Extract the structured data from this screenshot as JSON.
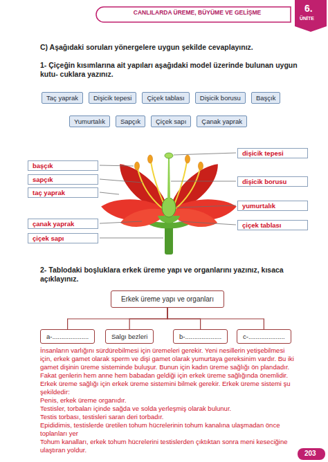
{
  "diagram": {
    "title": "CANLILARDA ÜREME, BÜYÜME VE GELİŞME",
    "nodes": [
      {
        "text": [
          "Taç yaprak"
        ]
      },
      {
        "text": [
          "Dişicik tepesi"
        ]
      },
      {
        "text": [
          "Çiçek tablası"
        ]
      },
      {
        "text": [
          "Dişicik borusu"
        ]
      },
      {
        "text": [
          "Başçık"
        ]
      },
      {
        "text": [
          "Yumurtalık"
        ]
      },
      {
        "text": [
          "Sapçık"
        ]
      },
      {
        "text": [
          "Çiçek sapı"
        ]
      },
      {
        "text": [
          "Çanak yaprak"
        ]
      },
      {
        "text": [
          "başçık"
        ]
      },
      {
        "text": [
          "sapçık"
        ]
      },
      {
        "text": [
          "taç yaprak"
        ]
      },
      {
        "text": [
          "çanak yaprak"
        ]
      },
      {
        "text": [
          "çiçek sapı"
        ]
      },
      {
        "text": [
          "dişicik tepesi"
        ]
      },
      {
        "text": [
          "dişicik borusu"
        ]
      },
      {
        "text": [
          "yumurtalık"
        ]
      },
      {
        "text": [
          "çiçek tablası"
        ]
      },
      {
        "text": [
          "Erkek üreme yapı ve organları"
        ]
      },
      {
        "text": [
          "a-...................."
        ]
      },
      {
        "text": [
          "Salgı bezleri"
        ]
      },
      {
        "text": [
          "b-...................."
        ]
      },
      {
        "text": [
          "c-...................."
        ]
      }
    ],
    "edges": [
      {
        "from": 18,
        "to": 19,
        "arrow": "none"
      },
      {
        "from": 18,
        "to": 20,
        "arrow": "none"
      },
      {
        "from": 18,
        "to": 21,
        "arrow": "none"
      },
      {
        "from": 18,
        "to": 22,
        "arrow": "none"
      }
    ],
    "labels": [
      "6.",
      "ÜNİTE",
      "C) Aşağıdaki soruları yönergelere uygun şekilde cevaplayınız.",
      "1- Çiçeğin kısımlarına ait yapıları aşağıdaki model üzerinde bulunan uygun kutu- cuklara yazınız.",
      "2- Tablodaki boşluklara erkek üreme yapı ve organlarını yazınız, kısaca açıklayınız.",
      "İnsanların varlığını sürdürebilmesi için üremeleri gerekir. Yeni nesillerin yetişebilmesi için, erkek gamet olarak sperm ve dişi gamet olarak yumurtaya gereksinim vardır. Bu iki gamet dişinin üreme sisteminde buluşur. Bunun için kadın üreme sağlığı ön plandadır. Fakat genlerin hem anne hem babadan geldiği için erkek üreme sağlığında önemlidir. Erkek üreme sağlığı için erkek üreme sistemini bilmek gerekir. Erkek üreme sistemi şu şekildedir:",
      "Penis, erkek üreme organıdır.",
      "Testisler, torbaları içinde sağda ve solda yerleşmiş olarak bulunur.",
      "Testis torbası, testisleri saran deri torbadır.",
      "Epididimis, testislerde üretilen tohum hücrelerinin tohum kanalına ulaşmadan önce toplanları yer",
      "Tohum kanalları, erkek tohum hücrelerini testislerden çıktıktan sonra meni keseciğine ulaştıran yoldur.",
      "203"
    ]
  }
}
